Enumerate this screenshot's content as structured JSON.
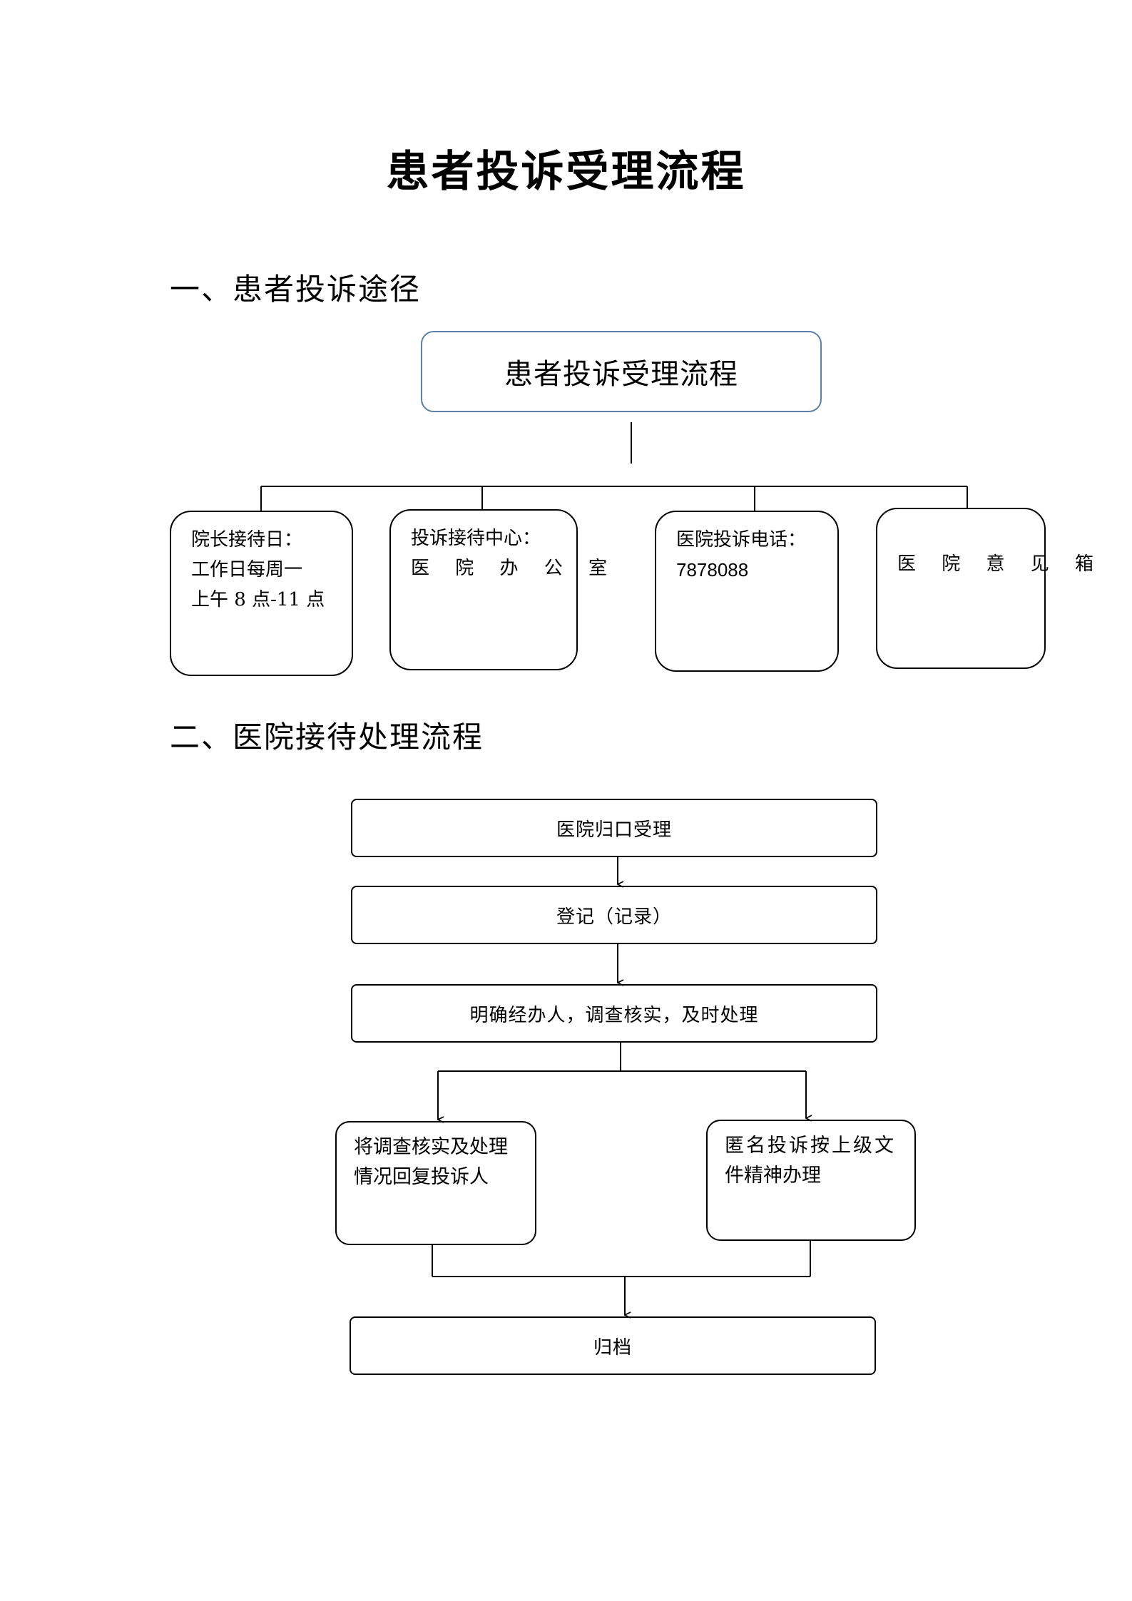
{
  "document": {
    "title": "患者投诉受理流程"
  },
  "section1": {
    "heading": "一、患者投诉途径",
    "root_label": "患者投诉受理流程",
    "channels": [
      {
        "lines": [
          "院长接待日：",
          "工作日每周一",
          "上午 8 点-11 点"
        ]
      },
      {
        "lines": [
          "投诉接待中心：",
          "医 院 办 公 室"
        ]
      },
      {
        "lines": [
          "医院投诉电话：",
          "7878088"
        ]
      },
      {
        "lines": [
          "医 院 意 见 箱"
        ]
      }
    ]
  },
  "section2": {
    "heading": "二、医院接待处理流程",
    "steps": {
      "accept": "医院归口受理",
      "register": "登记（记录）",
      "assign": "明确经办人，调查核实，及时处理",
      "reply": [
        "将调查核实及处理",
        "情况回复投诉人"
      ],
      "anonymous": [
        "匿名投诉按上级文",
        "件精神办理"
      ],
      "archive": "归档"
    }
  }
}
